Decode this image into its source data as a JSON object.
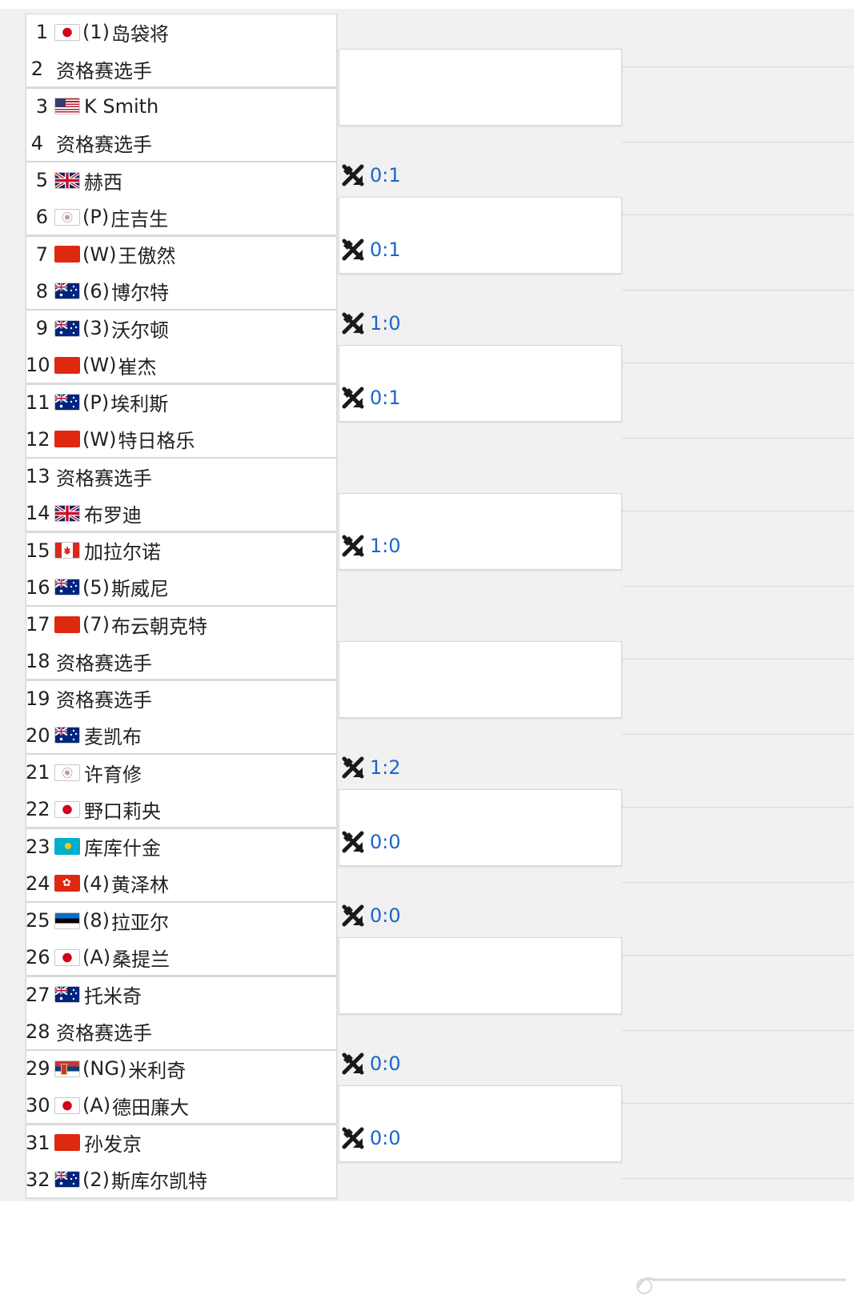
{
  "players": [
    {
      "seed": "1",
      "flag": "japan",
      "tag": "(1)",
      "name": "岛袋将"
    },
    {
      "seed": "2",
      "flag": "",
      "tag": "",
      "name": "资格赛选手"
    },
    {
      "seed": "3",
      "flag": "usa",
      "tag": "",
      "name": "K Smith"
    },
    {
      "seed": "4",
      "flag": "",
      "tag": "",
      "name": "资格赛选手"
    },
    {
      "seed": "5",
      "flag": "uk",
      "tag": "",
      "name": "赫西"
    },
    {
      "seed": "6",
      "flag": "chinese-taipei",
      "tag": "(P)",
      "name": "庄吉生"
    },
    {
      "seed": "7",
      "flag": "china",
      "tag": "(W)",
      "name": "王傲然"
    },
    {
      "seed": "8",
      "flag": "australia",
      "tag": "(6)",
      "name": "博尔特"
    },
    {
      "seed": "9",
      "flag": "australia",
      "tag": "(3)",
      "name": "沃尔顿"
    },
    {
      "seed": "10",
      "flag": "china",
      "tag": "(W)",
      "name": "崔杰"
    },
    {
      "seed": "11",
      "flag": "australia",
      "tag": "(P)",
      "name": "埃利斯"
    },
    {
      "seed": "12",
      "flag": "china",
      "tag": "(W)",
      "name": "特日格乐"
    },
    {
      "seed": "13",
      "flag": "",
      "tag": "",
      "name": "资格赛选手"
    },
    {
      "seed": "14",
      "flag": "uk",
      "tag": "",
      "name": "布罗迪"
    },
    {
      "seed": "15",
      "flag": "canada",
      "tag": "",
      "name": "加拉尔诺"
    },
    {
      "seed": "16",
      "flag": "australia",
      "tag": "(5)",
      "name": "斯威尼"
    },
    {
      "seed": "17",
      "flag": "china",
      "tag": "(7)",
      "name": "布云朝克特"
    },
    {
      "seed": "18",
      "flag": "",
      "tag": "",
      "name": "资格赛选手"
    },
    {
      "seed": "19",
      "flag": "",
      "tag": "",
      "name": "资格赛选手"
    },
    {
      "seed": "20",
      "flag": "australia",
      "tag": "",
      "name": "麦凯布"
    },
    {
      "seed": "21",
      "flag": "chinese-taipei",
      "tag": "",
      "name": "许育修"
    },
    {
      "seed": "22",
      "flag": "japan",
      "tag": "",
      "name": "野口莉央"
    },
    {
      "seed": "23",
      "flag": "kazakhstan",
      "tag": "",
      "name": "库库什金"
    },
    {
      "seed": "24",
      "flag": "hong-kong",
      "tag": "(4)",
      "name": "黄泽林"
    },
    {
      "seed": "25",
      "flag": "estonia",
      "tag": "(8)",
      "name": "拉亚尔"
    },
    {
      "seed": "26",
      "flag": "japan",
      "tag": "(A)",
      "name": "桑提兰"
    },
    {
      "seed": "27",
      "flag": "australia",
      "tag": "",
      "name": "托米奇"
    },
    {
      "seed": "28",
      "flag": "",
      "tag": "",
      "name": "资格赛选手"
    },
    {
      "seed": "29",
      "flag": "serbia",
      "tag": "(NG)",
      "name": "米利奇"
    },
    {
      "seed": "30",
      "flag": "japan",
      "tag": "(A)",
      "name": "德田廉大"
    },
    {
      "seed": "31",
      "flag": "china",
      "tag": "",
      "name": "孙发京"
    },
    {
      "seed": "32",
      "flag": "australia",
      "tag": "(2)",
      "name": "斯库尔凯特"
    }
  ],
  "h2h": [
    {
      "match": 3,
      "score": "0:1"
    },
    {
      "match": 4,
      "score": "0:1"
    },
    {
      "match": 5,
      "score": "1:0"
    },
    {
      "match": 6,
      "score": "0:1"
    },
    {
      "match": 8,
      "score": "1:0"
    },
    {
      "match": 11,
      "score": "1:2"
    },
    {
      "match": 12,
      "score": "0:0"
    },
    {
      "match": 13,
      "score": "0:0"
    },
    {
      "match": 15,
      "score": "0:0"
    },
    {
      "match": 16,
      "score": "0:0"
    }
  ],
  "colors": {
    "score": "#1a66c9",
    "band": "#f1f1f1",
    "border": "#d8d8d8",
    "text": "#222222"
  },
  "icons": {
    "h2h": "crossed-rackets-icon"
  }
}
